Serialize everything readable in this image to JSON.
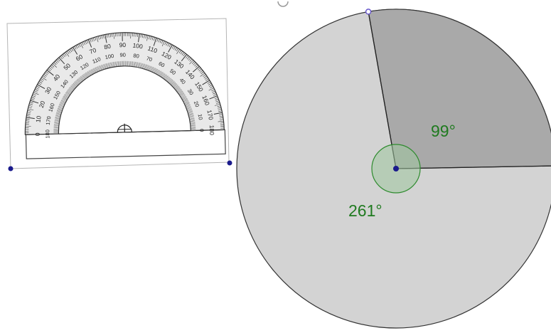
{
  "angles": {
    "minor": {
      "value": 99,
      "label": "99°"
    },
    "major": {
      "value": 261,
      "label": "261°"
    }
  },
  "protractor": {
    "degree_range": [
      0,
      180
    ],
    "label_step": 10,
    "tick_step": 1,
    "outer_scale_labels": [
      "0",
      "10",
      "20",
      "30",
      "40",
      "50",
      "60",
      "70",
      "80",
      "90",
      "100",
      "110",
      "120",
      "130",
      "140",
      "150",
      "160",
      "170",
      "180"
    ],
    "inner_scale_labels": [
      "180",
      "170",
      "160",
      "150",
      "140",
      "130",
      "120",
      "110",
      "100",
      "90",
      "80",
      "70",
      "60",
      "50",
      "40",
      "30",
      "20",
      "10",
      "0"
    ]
  },
  "colors": {
    "circle_fill": "#d3d3d3",
    "sector_fill": "#a9a9a9",
    "angle_marker_fill": "#9fc79f",
    "angle_marker_stroke": "#2e8b2e",
    "angle_label": "#1f7a1f",
    "point": "#1a1a8c",
    "point_open": "#6a5acd",
    "outline": "#333333"
  }
}
